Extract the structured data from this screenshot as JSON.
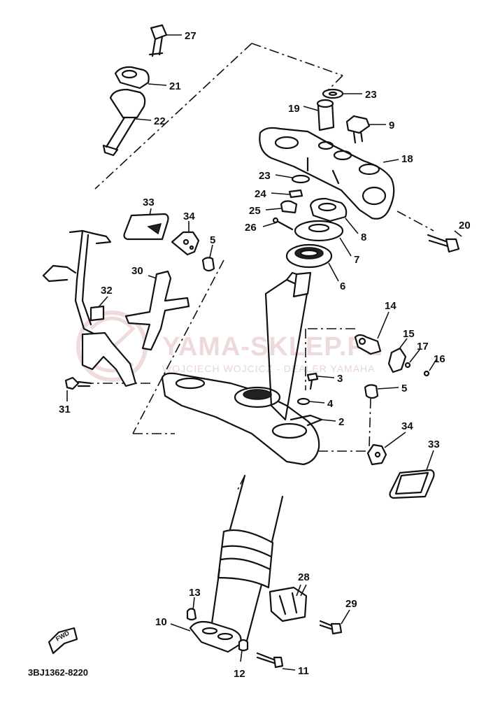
{
  "diagram": {
    "doc_code": "3BJ1362-8220",
    "fwd_label": "FWD",
    "watermark": {
      "main": "YAMA-SKLEP.PL",
      "sub": "WOJCIECH WOJCICZ - DEALER YAMAHA",
      "color": "#e4c3c3"
    },
    "callouts": {
      "c27": "27",
      "c21": "21",
      "c22": "22",
      "c23a": "23",
      "c19": "19",
      "c9": "9",
      "c18": "18",
      "c23b": "23",
      "c24": "24",
      "c25": "25",
      "c26": "26",
      "c8": "8",
      "c7": "7",
      "c6": "6",
      "c20": "20",
      "c33a": "33",
      "c34a": "34",
      "c5a": "5",
      "c30": "30",
      "c32": "32",
      "c31": "31",
      "c14": "14",
      "c15": "15",
      "c17": "17",
      "c16": "16",
      "c3": "3",
      "c5b": "5",
      "c4": "4",
      "c2": "2",
      "c34b": "34",
      "c33b": "33",
      "c28": "28",
      "c13": "13",
      "c29": "29",
      "c10": "10",
      "c12": "12",
      "c11": "11"
    }
  }
}
